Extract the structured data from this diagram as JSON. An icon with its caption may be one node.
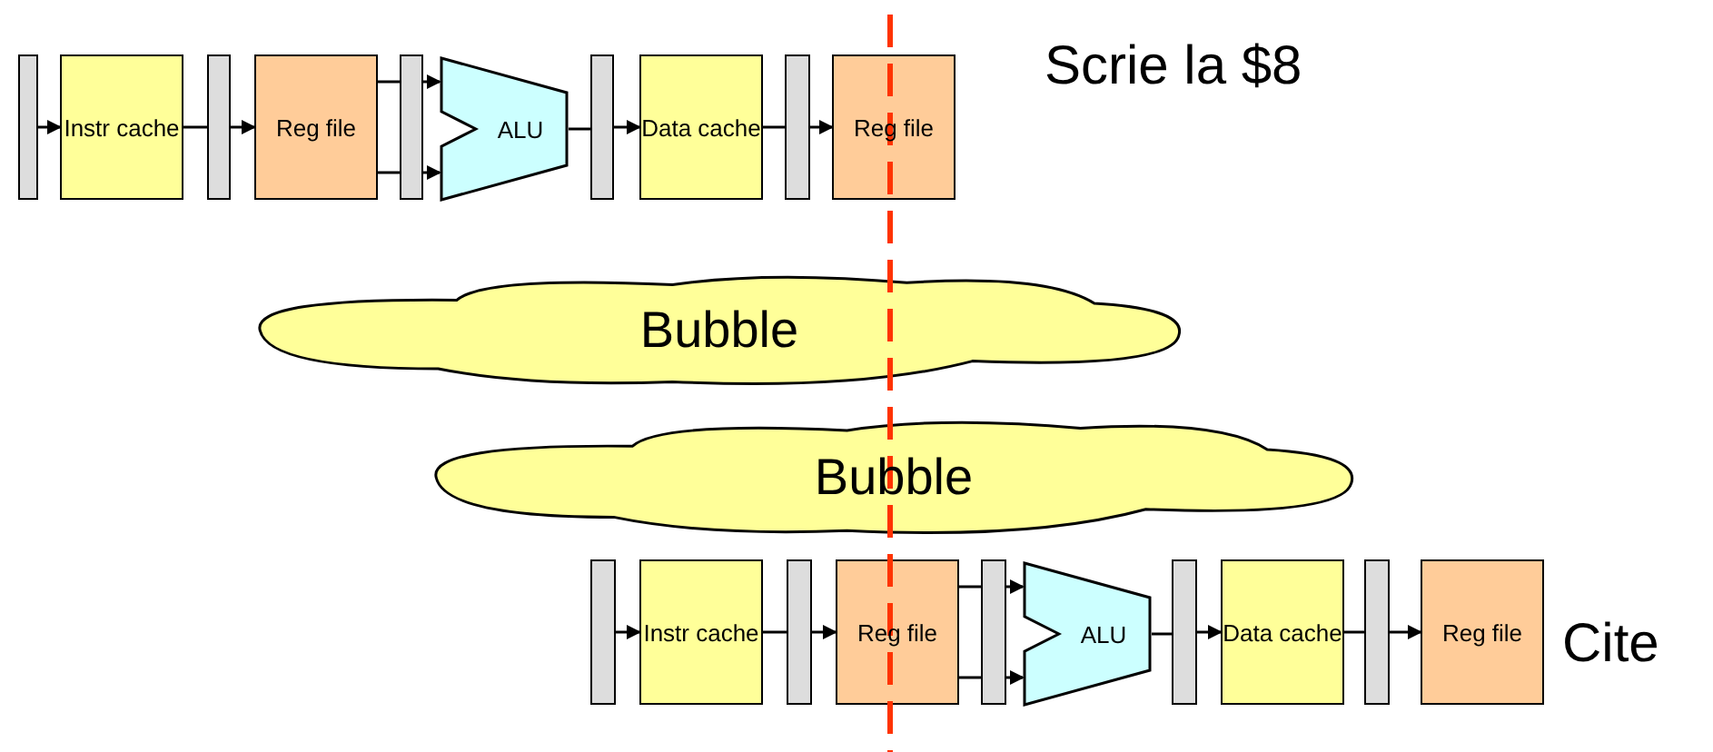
{
  "diagram": {
    "nodes": [
      {
        "text": [],
        "shape": "bar"
      },
      {
        "text": [
          "Instr cache"
        ]
      },
      {
        "text": [],
        "shape": "bar"
      },
      {
        "text": [
          "Reg file"
        ]
      },
      {
        "text": [],
        "shape": "bar"
      },
      {
        "text": [
          "ALU"
        ]
      },
      {
        "text": [],
        "shape": "bar"
      },
      {
        "text": [
          "Data cache"
        ]
      },
      {
        "text": [],
        "shape": "bar"
      },
      {
        "text": [
          "Reg file"
        ]
      },
      {
        "text": [
          "Bubble"
        ]
      },
      {
        "text": [
          "Bubble"
        ]
      },
      {
        "text": [],
        "shape": "bar"
      },
      {
        "text": [
          "Instr cache"
        ]
      },
      {
        "text": [],
        "shape": "bar"
      },
      {
        "text": [
          "Reg file"
        ]
      },
      {
        "text": [],
        "shape": "bar"
      },
      {
        "text": [
          "ALU"
        ]
      },
      {
        "text": [],
        "shape": "bar"
      },
      {
        "text": [
          "Data cache"
        ]
      },
      {
        "text": [],
        "shape": "bar"
      },
      {
        "text": [
          "Reg file"
        ]
      }
    ],
    "edges": [
      {
        "from": 0,
        "to": 1,
        "arrow": "to"
      },
      {
        "from": 1,
        "to": 2,
        "arrow": "none"
      },
      {
        "from": 2,
        "to": 3,
        "arrow": "to"
      },
      {
        "from": 3,
        "to": 4,
        "arrow": "none"
      },
      {
        "from": 3,
        "to": 4,
        "arrow": "none"
      },
      {
        "from": 4,
        "to": 5,
        "arrow": "to"
      },
      {
        "from": 4,
        "to": 5,
        "arrow": "to"
      },
      {
        "from": 5,
        "to": 6,
        "arrow": "none"
      },
      {
        "from": 6,
        "to": 7,
        "arrow": "to"
      },
      {
        "from": 7,
        "to": 8,
        "arrow": "none"
      },
      {
        "from": 8,
        "to": 9,
        "arrow": "to"
      },
      {
        "from": 12,
        "to": 13,
        "arrow": "to"
      },
      {
        "from": 13,
        "to": 14,
        "arrow": "none"
      },
      {
        "from": 14,
        "to": 15,
        "arrow": "to"
      },
      {
        "from": 15,
        "to": 16,
        "arrow": "none"
      },
      {
        "from": 15,
        "to": 16,
        "arrow": "none"
      },
      {
        "from": 16,
        "to": 17,
        "arrow": "to"
      },
      {
        "from": 16,
        "to": 17,
        "arrow": "to"
      },
      {
        "from": 17,
        "to": 18,
        "arrow": "none"
      },
      {
        "from": 18,
        "to": 19,
        "arrow": "to"
      },
      {
        "from": 19,
        "to": 20,
        "arrow": "none"
      },
      {
        "from": 20,
        "to": 21,
        "arrow": "to"
      }
    ],
    "labels": [
      "Scrie la $8",
      "Cite"
    ]
  }
}
